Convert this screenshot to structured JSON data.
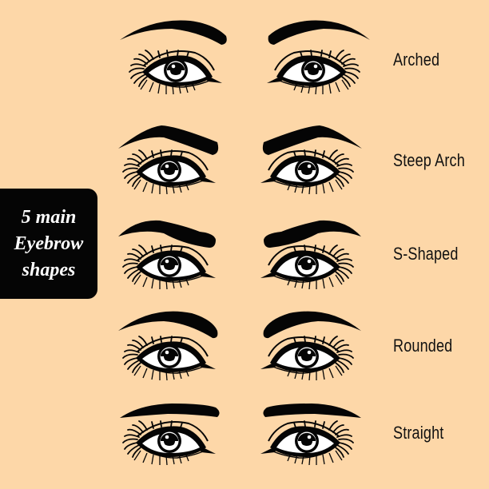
{
  "badge": {
    "line1": "5 main",
    "line2": "Eyebrow",
    "line3": "shapes"
  },
  "rows": [
    {
      "label": "Arched"
    },
    {
      "label": "Steep Arch"
    },
    {
      "label": "S-Shaped"
    },
    {
      "label": "Rounded"
    },
    {
      "label": "Straight"
    }
  ],
  "colors": {
    "background": "#fdd7a8",
    "ink": "#050505",
    "eye_white": "#ffffff"
  }
}
